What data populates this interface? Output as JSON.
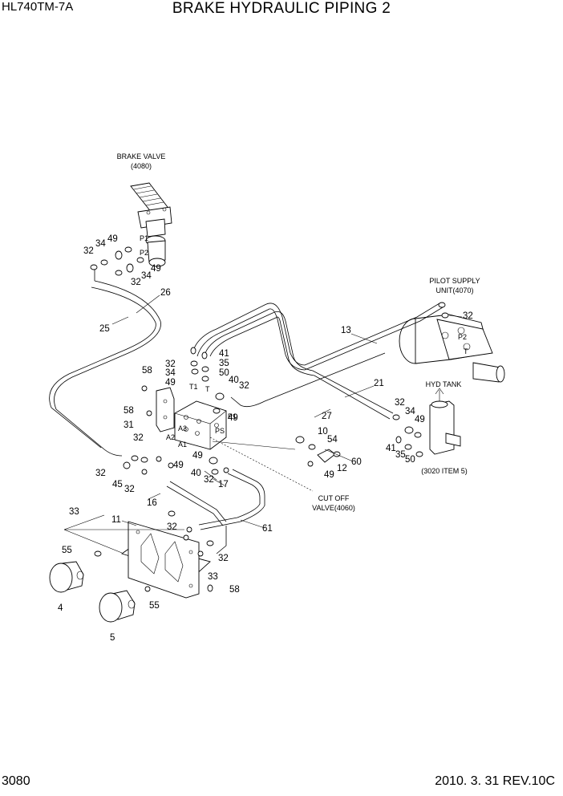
{
  "header": {
    "model": "HL740TM-7A",
    "title": "BRAKE HYDRAULIC PIPING 2"
  },
  "footer": {
    "page": "3080",
    "revision": "2010. 3. 31  REV.10C"
  },
  "notes": {
    "brake_valve_1": "BRAKE VALVE",
    "brake_valve_2": "(4080)",
    "pilot_1": "PILOT SUPPLY",
    "pilot_2": "UNIT(4070)",
    "hyd_tank": "HYD TANK",
    "item": "(3020  ITEM 5)",
    "cutoff_1": "CUT OFF",
    "cutoff_2": "VALVE(4060)"
  },
  "ports": {
    "p1": "P1",
    "p2": "P2",
    "t1": "T1",
    "t": "T",
    "a3": "A3",
    "a2": "A2",
    "a1": "A1",
    "p1b": "P1",
    "ps": "PS",
    "p2b": "P2",
    "tb": "T"
  },
  "callouts": {
    "c01": "32",
    "c02": "34",
    "c03": "49",
    "c04": "49",
    "c05": "34",
    "c06": "32",
    "c07": "26",
    "c08": "25",
    "c09": "13",
    "c10": "32",
    "c11": "41",
    "c12": "35",
    "c13": "32",
    "c14": "34",
    "c15": "50",
    "c16": "49",
    "c17": "40",
    "c18": "32",
    "c19": "58",
    "c20": "58",
    "c21": "49",
    "c22": "31",
    "c23": "21",
    "c24": "27",
    "c25": "32",
    "c26": "34",
    "c27": "49",
    "c28": "41",
    "c29": "35",
    "c30": "50",
    "c31": "32",
    "c32": "10",
    "c33": "54",
    "c34": "12",
    "c35": "60",
    "c36": "49",
    "c37": "32",
    "c38": "45",
    "c39": "32",
    "c40": "49",
    "c41": "49",
    "c42": "40",
    "c43": "32",
    "c44": "17",
    "c45": "16",
    "c46": "33",
    "c47": "11",
    "c48": "61",
    "c49": "32",
    "c50": "55",
    "c51": "32",
    "c52": "4",
    "c53": "33",
    "c54": "58",
    "c55": "55",
    "c56": "5",
    "c57": "32"
  }
}
